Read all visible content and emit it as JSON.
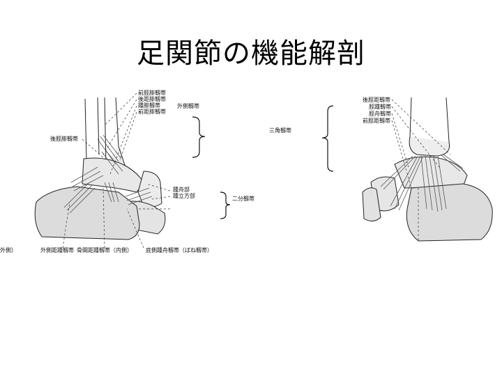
{
  "title": "足関節の機能解剖",
  "left_figure": {
    "labels": {
      "anterior_tibiofibular": "前脛腓靱帯",
      "posterior_talofibular": "後距腓靱帯",
      "calcaneofibular": "踵腓靱帯",
      "anterior_talofibular": "前距腓靱帯",
      "lateral_ligament": "外側靱帯",
      "posterior_tibiofibular": "後脛腓靱帯",
      "calcaneonavicular_part": "踵舟部",
      "calcaneocuboid_part": "踵立方部",
      "bifurcate_ligament": "二分靱帯",
      "lateral_talocalcaneal": "外側距踵靱帯",
      "interosseous_talocalcaneal": "骨間距踵靱帯（内側）",
      "plantar_calcaneonavicular": "底側踵舟靱帯（ばね靱帯）",
      "cut_edge_fragment": "外側）"
    }
  },
  "right_figure": {
    "labels": {
      "posterior_tibiotalar": "後脛距靱帯",
      "tibiocalcaneal": "脛踵靱帯",
      "tibionavicular": "脛舟靱帯",
      "anterior_tibiotalar": "前脛距靱帯",
      "deltoid_ligament": "三角靱帯"
    }
  }
}
